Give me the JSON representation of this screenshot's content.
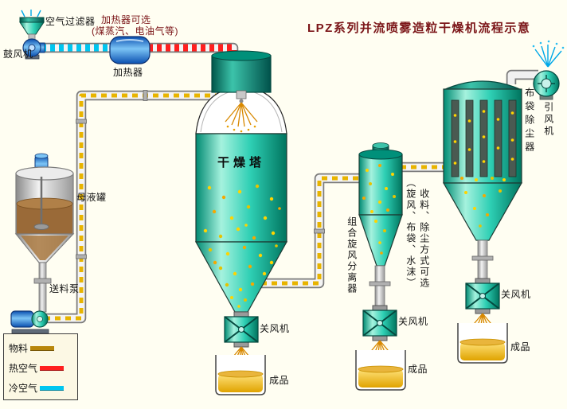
{
  "title": "LPZ系列并流喷雾造粒干燥机流程示意",
  "labels": {
    "air_filter": "空气过滤器",
    "blower": "鼓风机",
    "heater_note1": "加热器可选",
    "heater_note2": "(煤蒸汽、电油气等)",
    "heater": "加热器",
    "drying_tower": "干燥塔",
    "mother_tank": "母液罐",
    "feed_pump": "送料泵",
    "cyclone": "组合旋风分离器",
    "options_note1": "（旋风、布袋、水沫）",
    "options_note2": "收料、除尘方式可选",
    "bag_filter": "布袋除尘器",
    "induced_fan": "引风机",
    "rotary_valve": "关风机",
    "product": "成品"
  },
  "legend": {
    "items": [
      {
        "label": "物料",
        "color": "#b8860b"
      },
      {
        "label": "热空气",
        "color": "#ff1f1f"
      },
      {
        "label": "冷空气",
        "color": "#00c6f0"
      }
    ]
  },
  "colors": {
    "title": "#7b1518",
    "equipment_teal": "#17b79c",
    "heater_blue": "#1e63c8",
    "hot_air": "#ff1f1f",
    "cold_air": "#00c6f0",
    "material": "#e8b400",
    "particle": "#ffd400"
  }
}
